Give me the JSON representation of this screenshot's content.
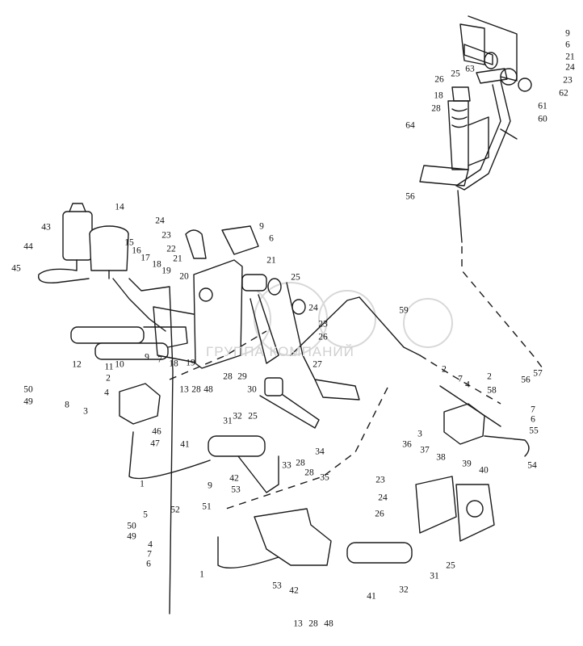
{
  "diagram": {
    "type": "exploded parts diagram - brake and clutch pedal hydraulic system",
    "watermark": "ГРУППА КОМПАНИЙ",
    "callouts": [
      "9",
      "6",
      "21",
      "24",
      "63",
      "23",
      "26",
      "25",
      "18",
      "28",
      "62",
      "64",
      "61",
      "60",
      "56",
      "14",
      "43",
      "44",
      "45",
      "15",
      "16",
      "17",
      "18",
      "19",
      "20",
      "24",
      "23",
      "22",
      "21",
      "9",
      "6",
      "21",
      "25",
      "12",
      "11",
      "10",
      "9",
      "7",
      "18",
      "19",
      "2",
      "4",
      "3",
      "50",
      "49",
      "8",
      "28",
      "29",
      "24",
      "23",
      "26",
      "59",
      "27",
      "30",
      "13",
      "28",
      "48",
      "31",
      "32",
      "25",
      "41",
      "46",
      "47",
      "34",
      "33",
      "28",
      "42",
      "53",
      "28",
      "35",
      "9",
      "51",
      "52",
      "5",
      "50",
      "49",
      "4",
      "7",
      "6",
      "1",
      "1",
      "53",
      "42",
      "13",
      "28",
      "48",
      "41",
      "32",
      "31",
      "25",
      "36",
      "37",
      "38",
      "23",
      "24",
      "26",
      "3",
      "2",
      "7",
      "4",
      "2",
      "56",
      "57",
      "58",
      "7",
      "6",
      "55",
      "54",
      "39",
      "40"
    ]
  }
}
